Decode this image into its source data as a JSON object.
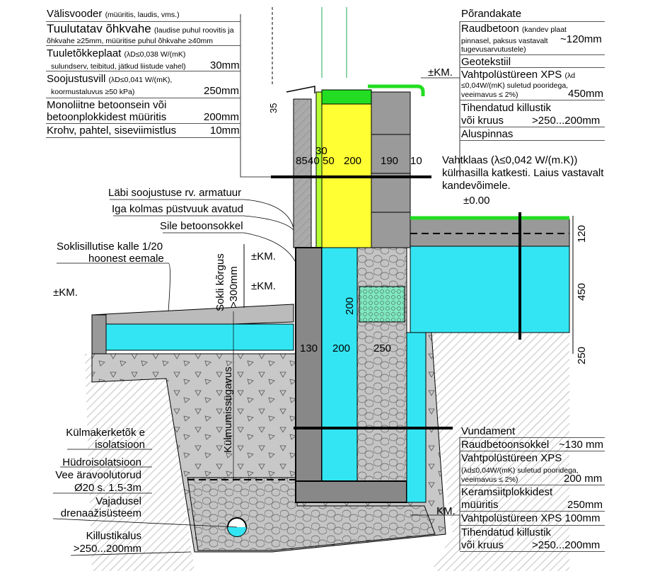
{
  "left_table": {
    "rows": [
      {
        "title": "Välisvooder",
        "note": "(müüritis, laudis, vms.)"
      },
      {
        "title": "Tuulutatav õhkvahe",
        "note": "(laudise puhul roovitis ja",
        "note2": "õhkvahe ≥25mm, müüritise puhul õhkvahe ≥40mm"
      },
      {
        "title": "Tuuletõkkeplaat",
        "note": "(λD≤0,038 W/(mK)",
        "note2": "sulundserv, teibitud, jätkud liistude vahel)",
        "value": "30mm"
      },
      {
        "title": "Soojustusvill",
        "note": "(λD≤0,041 W/(mK),",
        "note2": "koormustaluvus ≥50 kPa)",
        "value": "250mm"
      },
      {
        "title": "Monoliitne betoonsein või",
        "title2": "betoonplokkidest müüritis",
        "value": "200mm"
      },
      {
        "title": "Krohv, pahtel, siseviimistlus",
        "value": "10mm"
      }
    ]
  },
  "right_top_table": {
    "rows": [
      {
        "title": "Põrandakate"
      },
      {
        "title": "Raudbetoon",
        "note": "(kandev plaat",
        "note2": "pinnasel, paksus vastavalt",
        "note3": "tugevusarvutustele)",
        "value": "~120mm"
      },
      {
        "title": "Geotekstiil"
      },
      {
        "title": "Vahtpolüstüreen XPS",
        "note": "(λd",
        "note2": "≤0,04W/(mK) suletud pooridega,",
        "note3": "veeimavus ≤ 2%)",
        "value": "450mm"
      },
      {
        "title": "Tihendatud killustik",
        "title2": "või kruus",
        "value": ">250...200mm"
      },
      {
        "title": "Aluspinnas"
      }
    ]
  },
  "right_bottom_table": {
    "rows": [
      {
        "title": "Vundament"
      },
      {
        "title": "Raudbetoonsokkel",
        "value": "~130 mm"
      },
      {
        "title": "Vahtpolüstüreen XPS",
        "note": "(λd≤0,04W/(mK) suletud pooridega,",
        "note2": "veeimavus ≤ 2%)",
        "value": "200 mm"
      },
      {
        "title": "Keramsiitplokkidest",
        "title2": "müüritis",
        "value": "250mm"
      },
      {
        "title": "Vahtpolüstüreen XPS",
        "value": "100mm"
      },
      {
        "title": "Tihendatud killustik",
        "title2": "või kruus",
        "value": ">250...200mm"
      }
    ]
  },
  "left_labels": {
    "rebar": "Läbi soojustuse rv. armatuur",
    "vertical_joint": "Iga kolmas püstvuuk avatud",
    "plinth": "Sile betoonsokkel",
    "slope1": "Soklisillutise kalle 1/20",
    "slope2": "hoonest eemale",
    "frost1": "Külmakerketõk e",
    "frost2": "isolatsioon",
    "waterproof": "Hüdroisolatsioon",
    "drain1": "Vee äravoolutorud",
    "drain2": "Ø20 s. 1.5-3m",
    "drainage1": "Vajadusel",
    "drainage2": "drenaažisüsteem",
    "gravel1": "Killustikalus",
    "gravel2": ">250...200mm"
  },
  "annotations": {
    "foamglass1": "Vahtklaas (λ≤0,042 W/(m.K))",
    "foamglass2": "külmasilla katkesti. Laius vastavalt",
    "foamglass3": "kandevõimele.",
    "plinth_height1": "Sokli kõrgus",
    "plinth_height2": ">300mm",
    "frost_depth": "Külmumissügavus"
  },
  "levels": {
    "km": "±KM.",
    "km_short": "KM.",
    "zero": "±0.00"
  },
  "dimensions": {
    "d35": "35",
    "d30": "30",
    "d85": "85",
    "d40": "40",
    "d50": "50",
    "d200": "200",
    "d190": "190",
    "d10": "10",
    "d120": "120",
    "d450": "450",
    "d250": "250",
    "d200v": "200",
    "d130b": "130",
    "d200b": "200",
    "d250b": "250"
  },
  "colors": {
    "insulation": "#ffff33",
    "xps": "#33e5f2",
    "membrane": "#22dd22",
    "concrete": "#a8a8a8",
    "soil": "#c8c8c8"
  }
}
